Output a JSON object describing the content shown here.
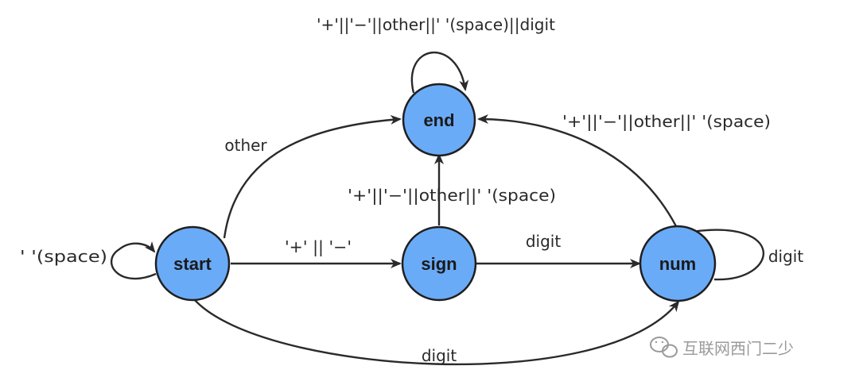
{
  "nodes": {
    "start": "start",
    "sign": "sign",
    "end": "end",
    "num": "num"
  },
  "edge_labels": {
    "end_self": "'+'||'−'||other||' '(space)||digit",
    "num_to_end": "'+'||'−'||other||' '(space)",
    "sign_to_end": "'+'||'−'||other||' '(space)",
    "start_to_end": "other",
    "start_self": "'  '(space)",
    "start_to_sign": "'+' || '−'",
    "sign_to_num": "digit",
    "num_self": "digit",
    "start_to_num": "digit"
  },
  "watermark": {
    "icon": "wechat-icon",
    "text": "互联网西门二少"
  },
  "colors": {
    "node_fill": "#6aabf7",
    "stroke": "#222222",
    "watermark": "#9a9a9a"
  }
}
